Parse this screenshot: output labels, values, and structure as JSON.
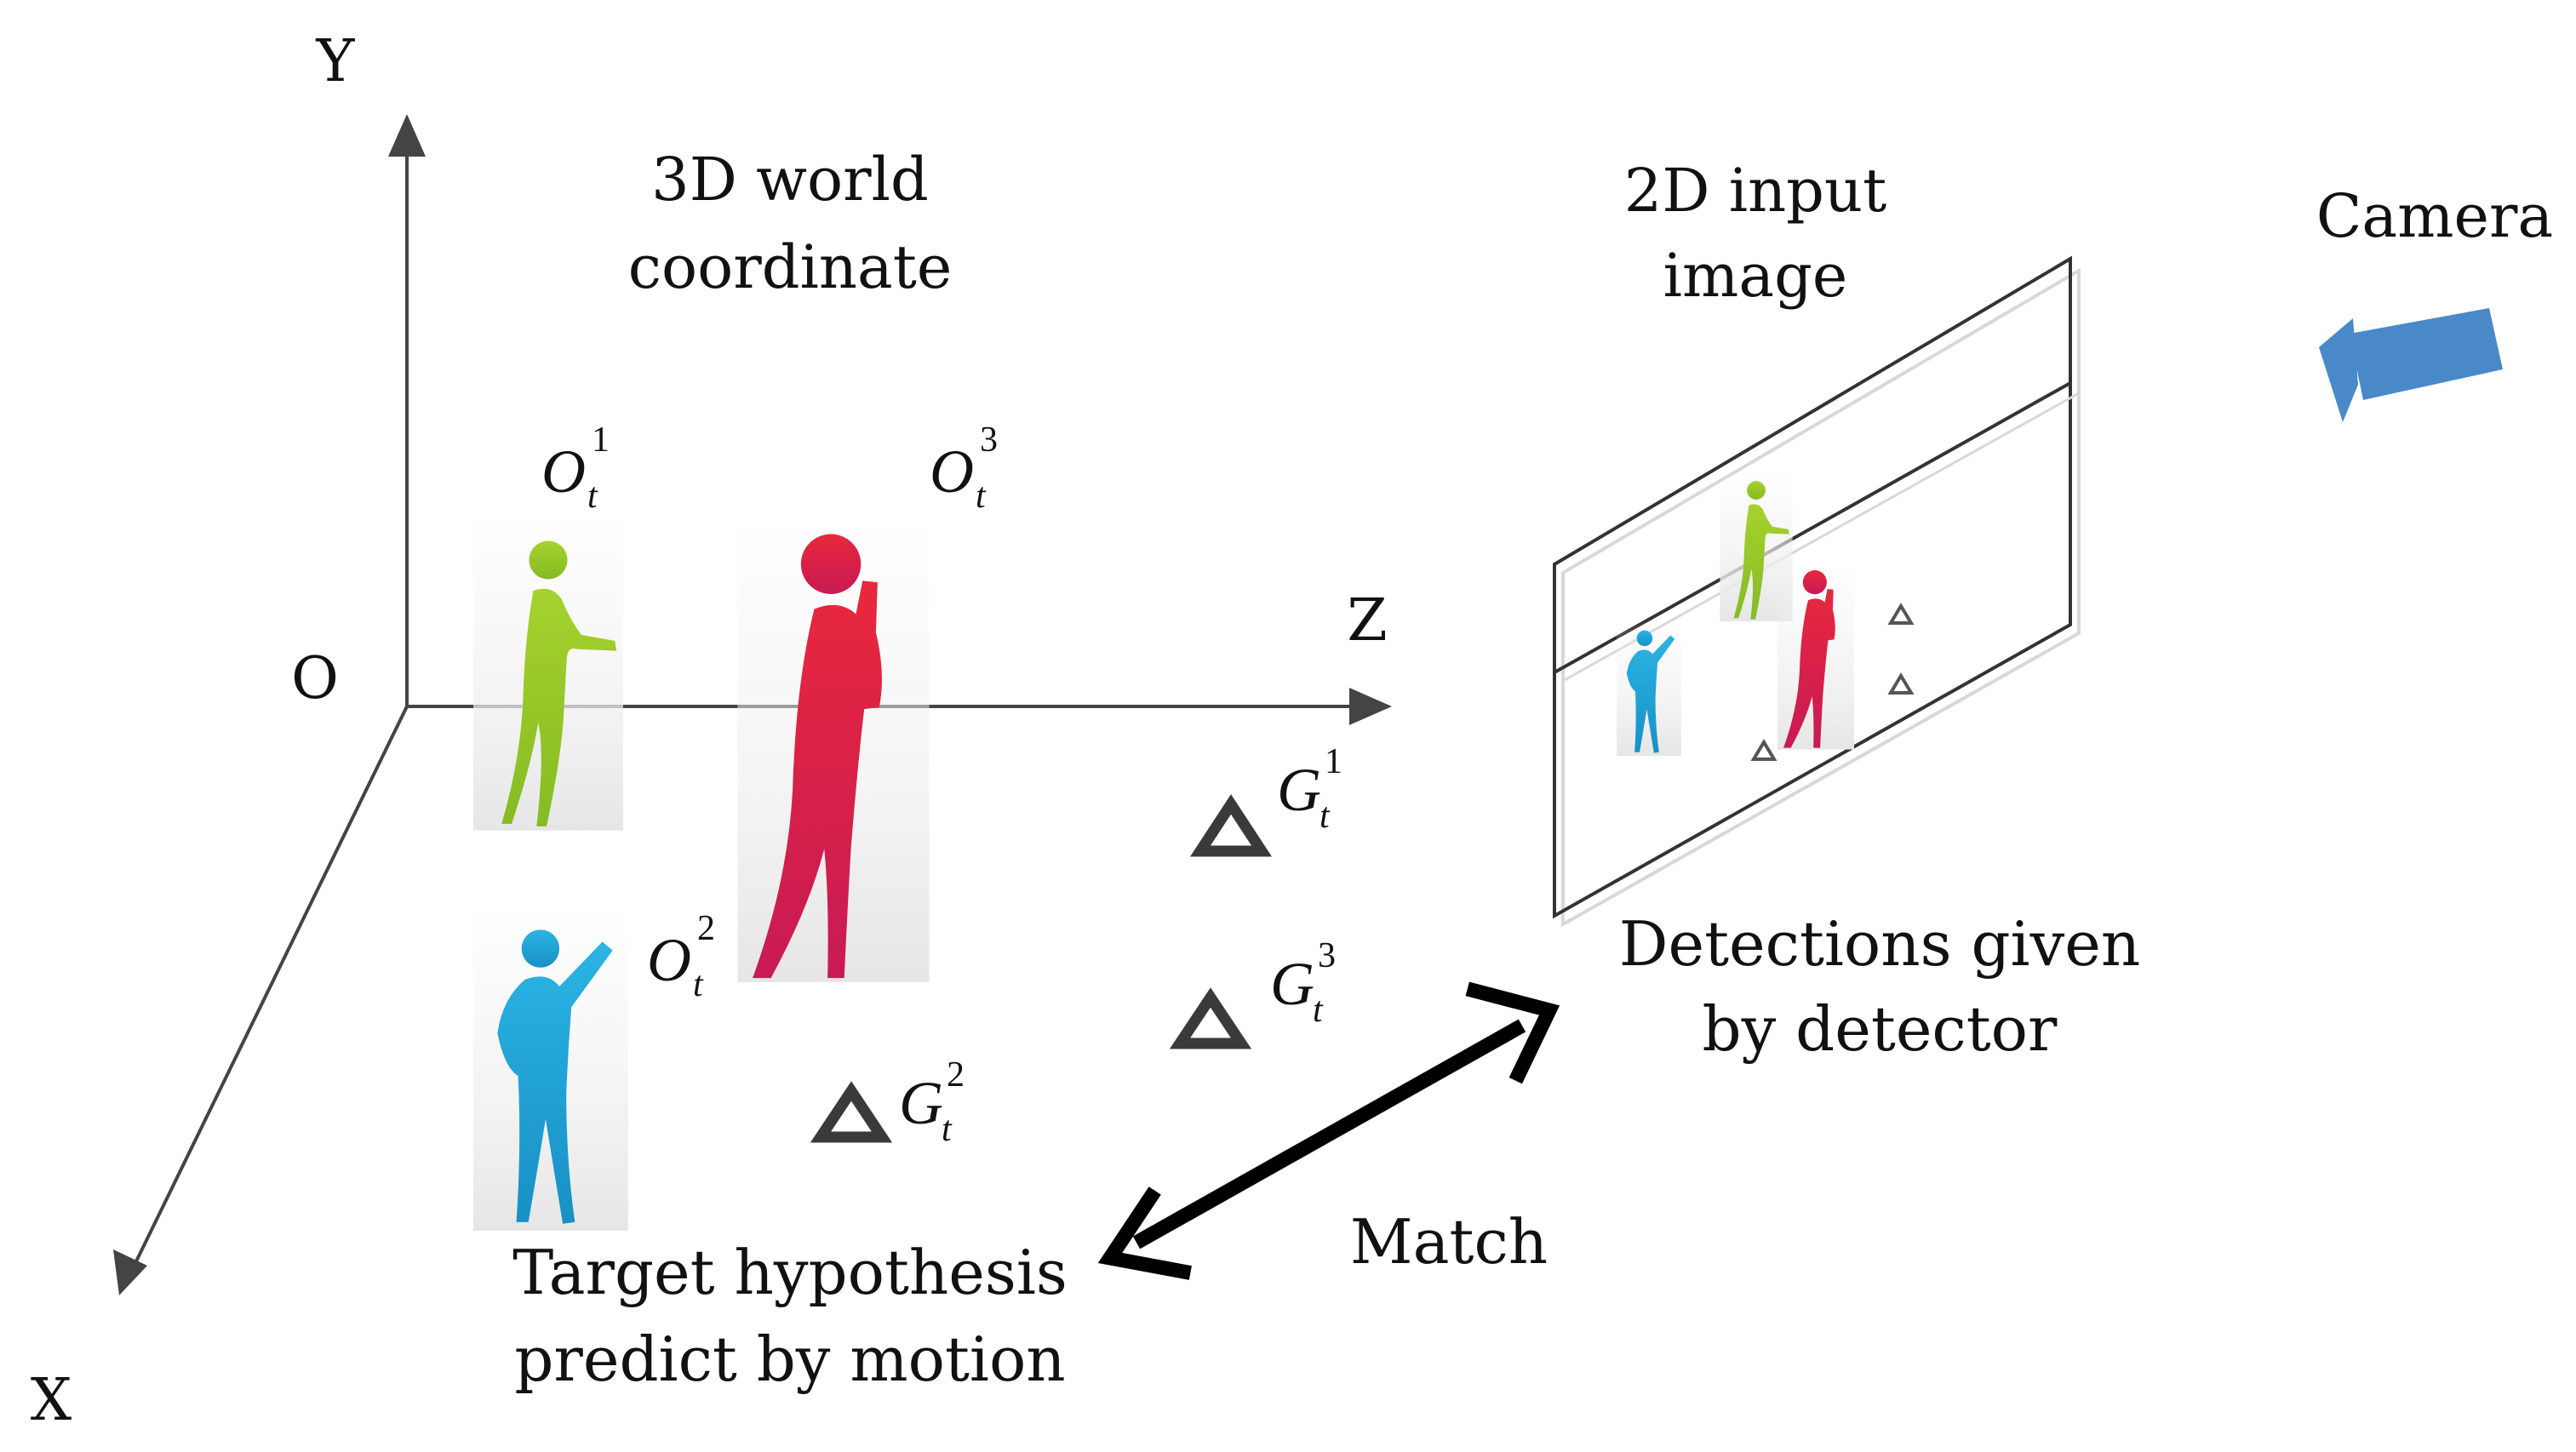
{
  "axes": {
    "x": "X",
    "y": "Y",
    "z": "Z",
    "origin": "O"
  },
  "titles": {
    "world_line1": "3D world",
    "world_line2": "coordinate",
    "image_line1": "2D input",
    "image_line2": "image",
    "camera": "Camera"
  },
  "objects": {
    "o1": {
      "base": "O",
      "sup": "1",
      "sub": "t"
    },
    "o2": {
      "base": "O",
      "sup": "2",
      "sub": "t"
    },
    "o3": {
      "base": "O",
      "sup": "3",
      "sub": "t"
    }
  },
  "detections": {
    "g1": {
      "base": "G",
      "sup": "1",
      "sub": "t"
    },
    "g2": {
      "base": "G",
      "sup": "2",
      "sub": "t"
    },
    "g3": {
      "base": "G",
      "sup": "3",
      "sub": "t"
    }
  },
  "captions": {
    "target_line1": "Target hypothesis",
    "target_line2": "predict by motion",
    "detections_line1": "Detections given",
    "detections_line2": "by detector",
    "match": "Match"
  },
  "colors": {
    "figure_green": "#9ccd2a",
    "figure_red": "#dd2045",
    "figure_blue": "#22a8dc",
    "camera_blue": "#4a89c8",
    "axis_gray": "#444444",
    "triangle_dark": "#3a3a3a"
  }
}
